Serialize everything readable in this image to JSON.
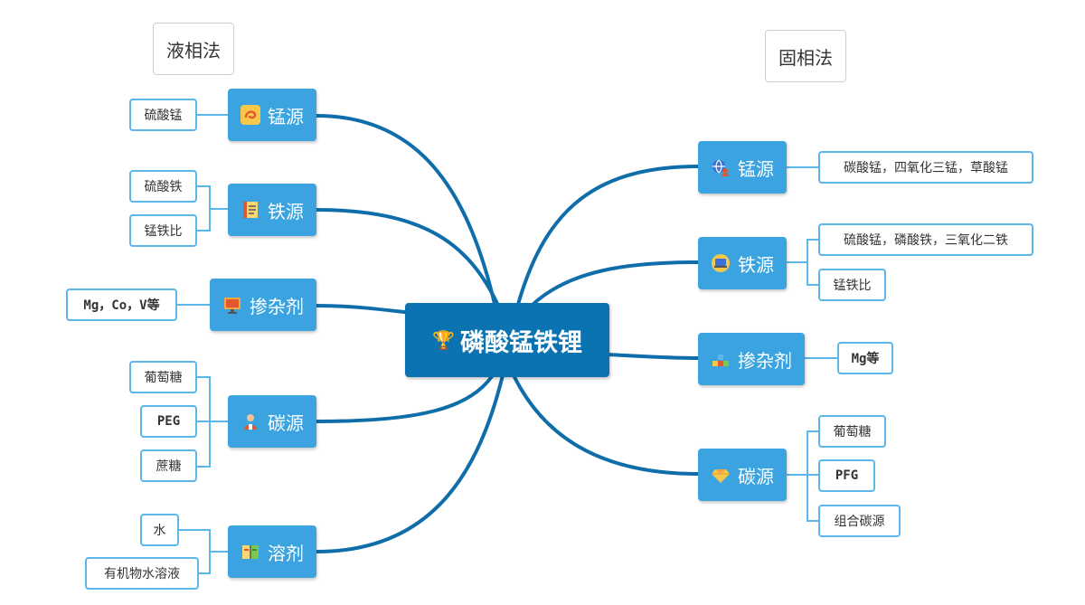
{
  "sections": {
    "left": "液相法",
    "right": "固相法"
  },
  "root": {
    "label": "磷酸锰铁锂",
    "icon": "trophy-icon"
  },
  "left": [
    {
      "label": "锰源",
      "icon": "swirl-icon",
      "leaves": [
        "硫酸锰"
      ]
    },
    {
      "label": "铁源",
      "icon": "notebook-icon",
      "leaves": [
        "硫酸铁",
        "锰铁比"
      ]
    },
    {
      "label": "掺杂剂",
      "icon": "monitor-icon",
      "leaves": [
        "Mg，Co，V等"
      ]
    },
    {
      "label": "碳源",
      "icon": "person-icon",
      "leaves": [
        "葡萄糖",
        "PEG",
        "蔗糖"
      ]
    },
    {
      "label": "溶剂",
      "icon": "book-icon",
      "leaves": [
        "水",
        "有机物水溶液"
      ]
    }
  ],
  "right": [
    {
      "label": "锰源",
      "icon": "globe-icon",
      "leaves": [
        "碳酸锰，四氧化三锰，草酸锰"
      ]
    },
    {
      "label": "铁源",
      "icon": "laptop-icon",
      "leaves": [
        "硫酸锰，磷酸铁，三氧化二铁",
        "锰铁比"
      ]
    },
    {
      "label": "掺杂剂",
      "icon": "blocks-icon",
      "leaves": [
        "Mg等"
      ]
    },
    {
      "label": "碳源",
      "icon": "diamond-icon",
      "leaves": [
        "葡萄糖",
        "PFG",
        "组合碳源"
      ]
    }
  ],
  "colors": {
    "root": "#0b73b2",
    "branch": "#3aa3e0",
    "leaf_border": "#5bb6ea",
    "link": "#0f6eaa"
  }
}
